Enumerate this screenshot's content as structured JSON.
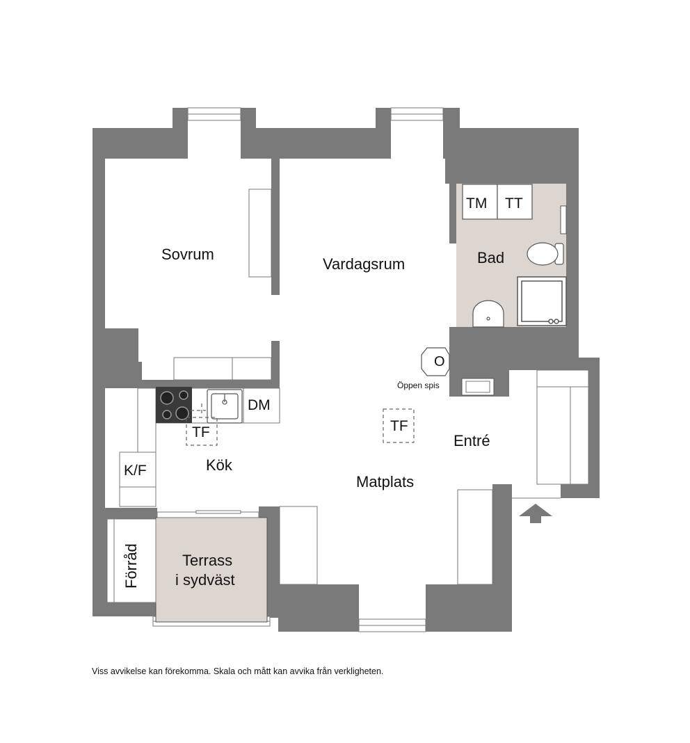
{
  "rooms": {
    "sovrum": "Sovrum",
    "vardagsrum": "Vardagsrum",
    "bad": "Bad",
    "kok": "Kök",
    "matplats": "Matplats",
    "entre": "Entré",
    "terrass_line1": "Terrass",
    "terrass_line2": "i sydväst",
    "forrad": "Förråd"
  },
  "fixtures": {
    "tm": "TM",
    "tt": "TT",
    "dm": "DM",
    "kf": "K/F",
    "tf_kitchen": "TF",
    "tf_dining": "TF",
    "fireplace": "Öppen spis"
  },
  "disclaimer": "Viss avvikelse kan förekomma. Skala och mått kan avvika från verkligheten.",
  "colors": {
    "wall": "#7a7a7b",
    "wet_floor": "#ddd6d0",
    "terrace_floor": "#ddd6d0",
    "stove": "#3a3a3a",
    "line": "#555555"
  }
}
